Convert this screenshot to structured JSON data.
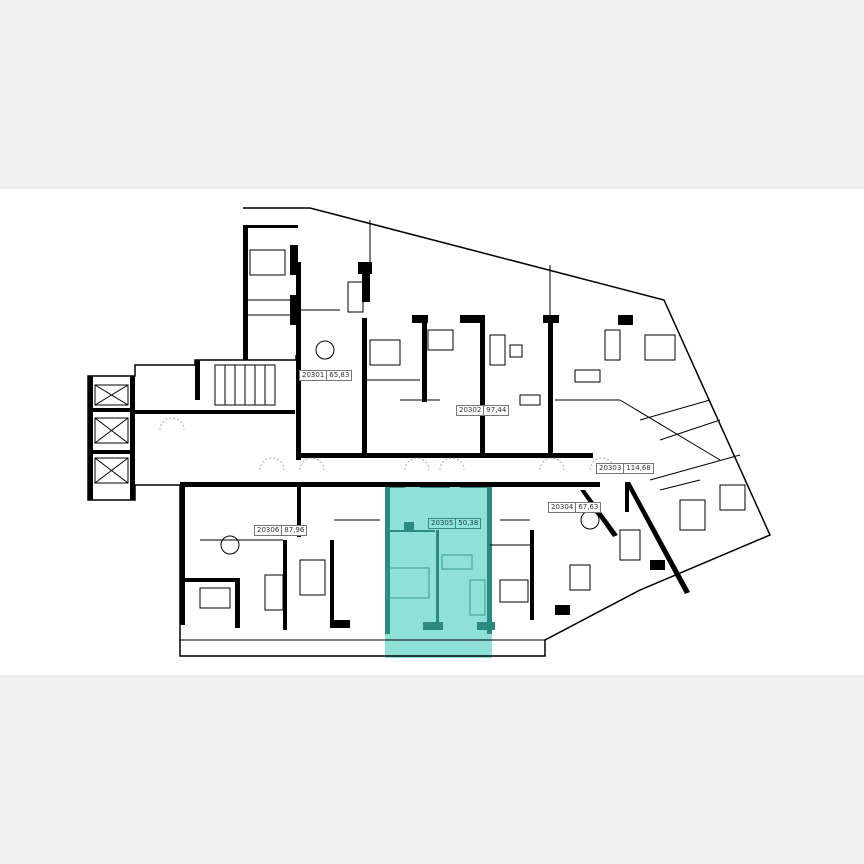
{
  "plan": {
    "background": "#f0f0f0",
    "band_color": "#ffffff",
    "wall_color": "#000000",
    "highlight_fill": "#8fe0d6",
    "highlight_wall": "#2a8a80",
    "selected_unit": "20305"
  },
  "units": [
    {
      "id": "20301",
      "area": "65,83"
    },
    {
      "id": "20302",
      "area": "97,44"
    },
    {
      "id": "20303",
      "area": "114,68"
    },
    {
      "id": "20304",
      "area": "67,63"
    },
    {
      "id": "20305",
      "area": "50,38"
    },
    {
      "id": "20306",
      "area": "87,96"
    }
  ]
}
